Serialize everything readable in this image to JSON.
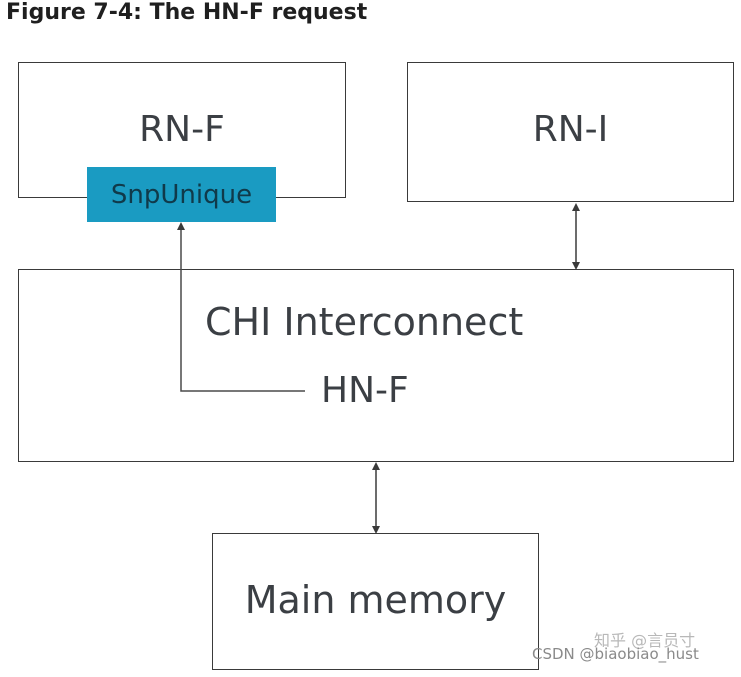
{
  "title": "Figure 7-4: The HN-F request",
  "boxes": {
    "rn_f": "RN-F",
    "rn_i": "RN-I",
    "interconnect": "CHI Interconnect",
    "hn_f": "HN-F",
    "memory": "Main memory"
  },
  "snoop_label": "SnpUnique",
  "colors": {
    "snoop_fill": "#1a9bc2",
    "line": "#3a3a3a"
  },
  "watermark": {
    "zhihu": "知乎 @言员寸",
    "csdn": "CSDN @biaobiao_hust"
  }
}
